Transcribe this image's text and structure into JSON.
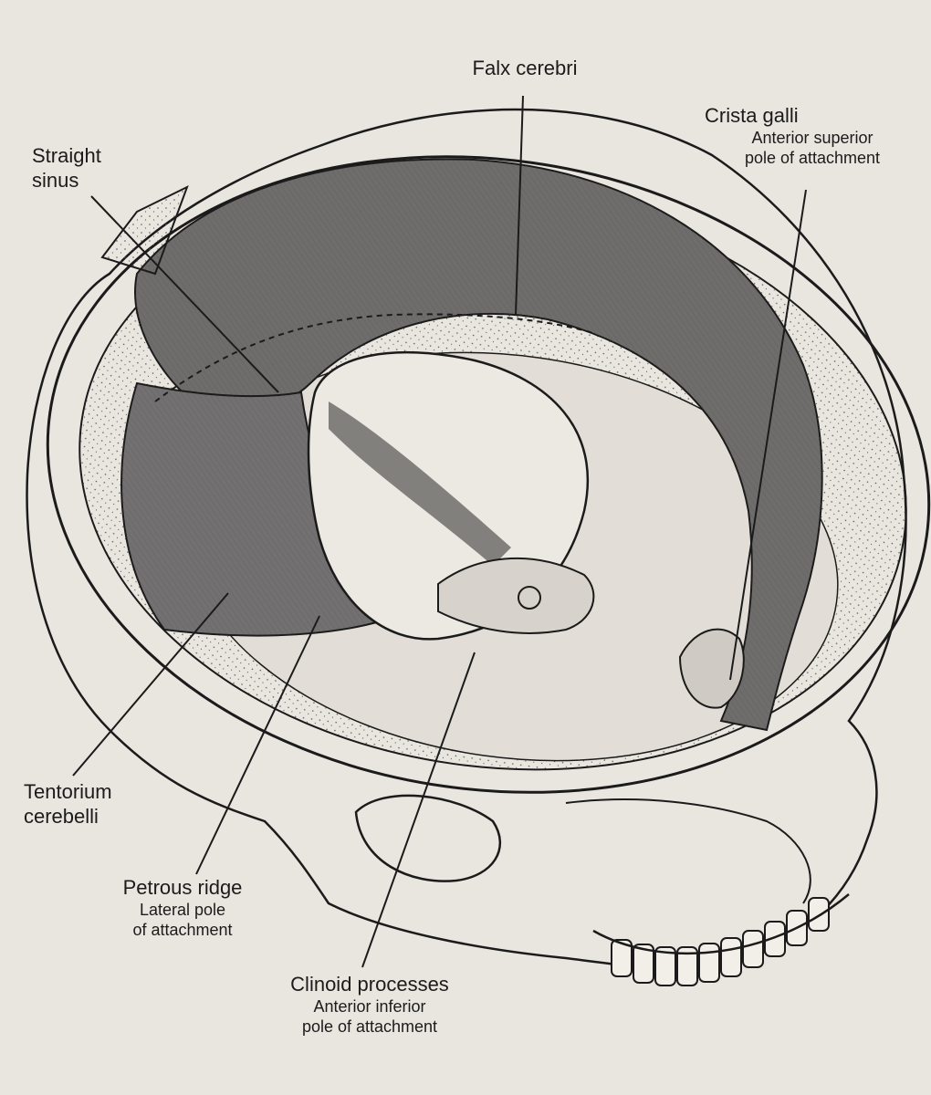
{
  "background_color": "#e9e6e0",
  "ink_color": "#1b1b1b",
  "membrane_color": "#6f6d6b",
  "labels": {
    "falx_cerebri": "Falx cerebri",
    "crista_galli": {
      "title": "Crista galli",
      "line1": "Anterior superior",
      "line2": "pole of attachment"
    },
    "straight_sinus": {
      "line1": "Straight",
      "line2": "sinus"
    },
    "tentorium": {
      "line1": "Tentorium",
      "line2": "cerebelli"
    },
    "petrous_ridge": {
      "title": "Petrous ridge",
      "line1": "Lateral pole",
      "line2": "of attachment"
    },
    "clinoid": {
      "title": "Clinoid processes",
      "line1": "Anterior inferior",
      "line2": "pole of attachment"
    }
  }
}
